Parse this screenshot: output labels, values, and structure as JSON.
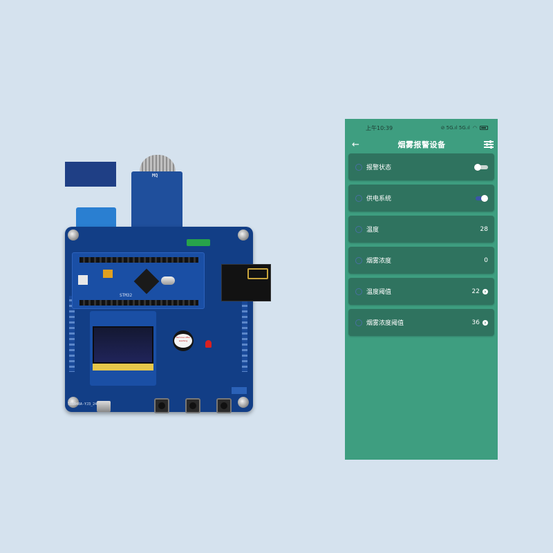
{
  "status_bar": {
    "time": "上午10:39",
    "indicators": "⊘ 5G.ıl 5G.ıl"
  },
  "app_bar": {
    "title": "烟雾报警设备",
    "back_icon": "arrow-left-icon",
    "settings_icon": "sliders-icon"
  },
  "items": [
    {
      "label": "报警状态",
      "type": "toggle",
      "state": "off"
    },
    {
      "label": "供电系统",
      "type": "toggle",
      "state": "on"
    },
    {
      "label": "温度",
      "type": "value",
      "value": "28"
    },
    {
      "label": "烟雾浓度",
      "type": "value",
      "value": "0"
    },
    {
      "label": "温度阈值",
      "type": "link",
      "value": "22"
    },
    {
      "label": "烟雾浓度阈值",
      "type": "link",
      "value": "36"
    }
  ],
  "board": {
    "chip_label": "STM32",
    "sensor_label": "MQ",
    "buzzer_label": "Remove after washing",
    "pcb_id": "511848A-YJ3_241022"
  },
  "colors": {
    "background": "#d5e2ee",
    "app_bg": "#3e9e80",
    "row_bg": "#2f735f",
    "toggle_on": "#3a55a8"
  }
}
